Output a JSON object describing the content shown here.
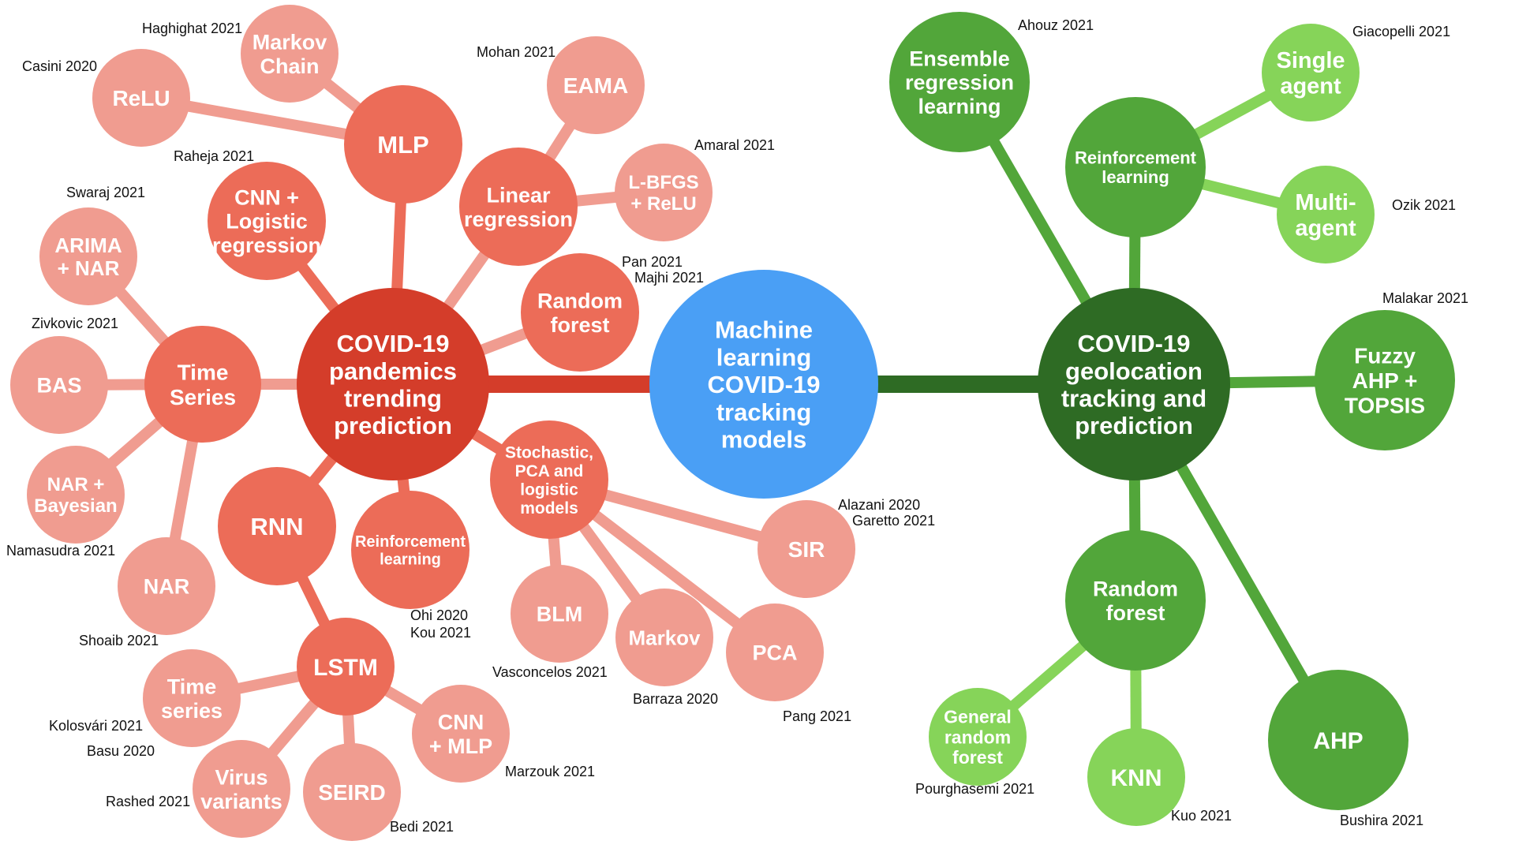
{
  "colors": {
    "root": "#4a9ff5",
    "red_main": "#d43d2a",
    "red_mid": "#ec6c58",
    "red_light": "#f09c90",
    "green_main": "#2e6b24",
    "green_mid": "#52a63a",
    "green_light": "#86d459"
  },
  "root": {
    "label": "Machine learning COVID-19 tracking models"
  },
  "branches": [
    {
      "id": "pandemics",
      "label": "COVID-19 pandemics trending prediction"
    },
    {
      "id": "geolocation",
      "label": "COVID-19 geolocation tracking and prediction"
    }
  ],
  "nodes": [
    {
      "id": "time-series",
      "label": "Time Series"
    },
    {
      "id": "arima-nar",
      "label": "ARIMA + NAR"
    },
    {
      "id": "bas",
      "label": "BAS"
    },
    {
      "id": "nar-bayesian",
      "label": "NAR + Bayesian"
    },
    {
      "id": "nar",
      "label": "NAR"
    },
    {
      "id": "cnn-logistic",
      "label": "CNN + Logistic regression"
    },
    {
      "id": "mlp",
      "label": "MLP"
    },
    {
      "id": "relu",
      "label": "ReLU"
    },
    {
      "id": "markov-chain",
      "label": "Markov Chain"
    },
    {
      "id": "linear-regression",
      "label": "Linear regression"
    },
    {
      "id": "eama",
      "label": "EAMA"
    },
    {
      "id": "lbfgs-relu",
      "label": "L-BFGS + ReLU"
    },
    {
      "id": "random-forest-red",
      "label": "Random forest"
    },
    {
      "id": "stochastic",
      "label": "Stochastic, PCA and logistic models"
    },
    {
      "id": "sir",
      "label": "SIR"
    },
    {
      "id": "blm",
      "label": "BLM"
    },
    {
      "id": "markov",
      "label": "Markov"
    },
    {
      "id": "pca",
      "label": "PCA"
    },
    {
      "id": "reinforcement-red",
      "label": "Reinforcement learning"
    },
    {
      "id": "rnn",
      "label": "RNN"
    },
    {
      "id": "lstm",
      "label": "LSTM"
    },
    {
      "id": "time-series-lstm",
      "label": "Time series"
    },
    {
      "id": "virus-variants",
      "label": "Virus variants"
    },
    {
      "id": "seird",
      "label": "SEIRD"
    },
    {
      "id": "cnn-mlp",
      "label": "CNN + MLP"
    },
    {
      "id": "ensemble",
      "label": "Ensemble regression learning"
    },
    {
      "id": "reinforcement-green",
      "label": "Reinforcement learning"
    },
    {
      "id": "single-agent",
      "label": "Single agent"
    },
    {
      "id": "multi-agent",
      "label": "Multi- agent"
    },
    {
      "id": "fuzzy",
      "label": "Fuzzy AHP + TOPSIS"
    },
    {
      "id": "random-forest-green",
      "label": "Random forest"
    },
    {
      "id": "general-rf",
      "label": "General random forest"
    },
    {
      "id": "knn",
      "label": "KNN"
    },
    {
      "id": "ahp",
      "label": "AHP"
    }
  ],
  "references": [
    "Haghighat 2021",
    "Casini 2020",
    "Raheja 2021",
    "Mohan 2021",
    "Amaral 2021",
    "Swaraj 2021",
    "Zivkovic 2021",
    "Namasudra 2021",
    "Shoaib 2021",
    "Pan 2021",
    "Majhi 2021",
    "Alazani 2020",
    "Garetto 2021",
    "Ohi 2020",
    "Kou 2021",
    "Vasconcelos 2021",
    "Barraza 2020",
    "Pang 2021",
    "Kolosvári 2021",
    "Basu 2020",
    "Rashed 2021",
    "Bedi 2021",
    "Marzouk 2021",
    "Ahouz 2021",
    "Giacopelli 2021",
    "Ozik 2021",
    "Malakar 2021",
    "Pourghasemi 2021",
    "Kuo 2021",
    "Bushira 2021"
  ]
}
